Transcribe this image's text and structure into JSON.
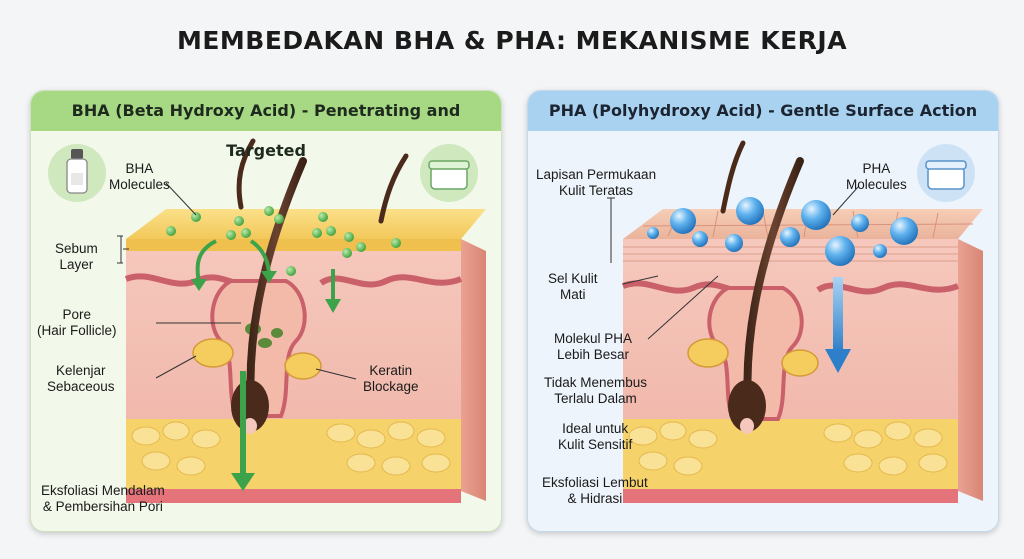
{
  "title": "MEMBEDAKAN BHA & PHA: MEKANISME KERJA",
  "bha": {
    "header": "BHA (Beta Hydroxy Acid) - Penetrating and Targeted",
    "molecules_label": [
      "BHA",
      "Molecules"
    ],
    "sebum_label": [
      "Sebum",
      "Layer"
    ],
    "pore_label": [
      "Pore",
      "(Hair Follicle)"
    ],
    "gland_label": [
      "Kelenjar",
      "Sebaceous"
    ],
    "keratin_label": [
      "Keratin",
      "Blockage"
    ],
    "result_label": [
      "Eksfoliasi Mendalam",
      "& Pembersihan Pori"
    ],
    "icons": [
      "dropper-bottle-icon",
      "cream-jar-icon"
    ],
    "accent_color": "#5cb34a",
    "header_color": "#a7d985"
  },
  "pha": {
    "header": "PHA (Polyhydroxy Acid) - Gentle Surface Action",
    "surface_label": [
      "Lapisan Permukaan",
      "Kulit Teratas"
    ],
    "molecules_label": [
      "PHA",
      "Molecules"
    ],
    "dead_cells_label": [
      "Sel Kulit",
      "Mati"
    ],
    "large_molecule_label": [
      "Molekul PHA",
      "Lebih Besar"
    ],
    "no_deep_label": [
      "Tidak Menembus",
      "Terlalu Dalam"
    ],
    "sensitive_label": [
      "Ideal untuk",
      "Kulit Sensitif"
    ],
    "result_label": [
      "Eksfoliasi Lembut",
      "& Hidrasi"
    ],
    "icons": [
      "cream-jar-icon"
    ],
    "accent_color": "#3a8fd6",
    "header_color": "#a9d2f0"
  }
}
